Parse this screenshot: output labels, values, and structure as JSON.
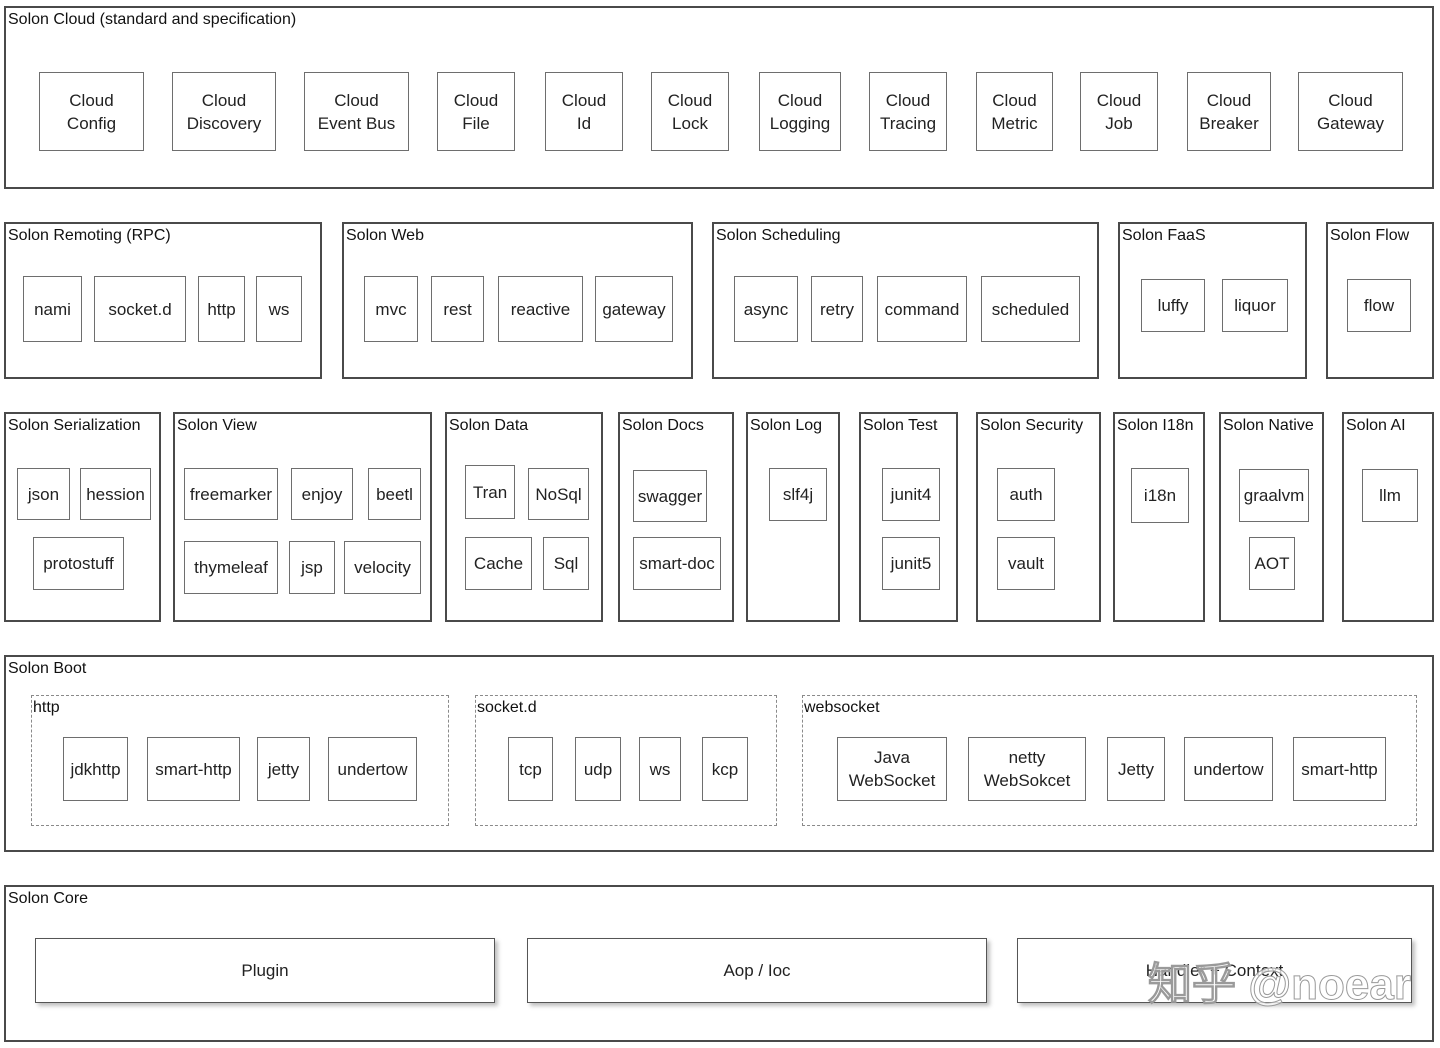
{
  "cloud": {
    "title": "Solon Cloud (standard and specification)",
    "items": [
      "Cloud\nConfig",
      "Cloud\nDiscovery",
      "Cloud\nEvent Bus",
      "Cloud\nFile",
      "Cloud\nId",
      "Cloud\nLock",
      "Cloud\nLogging",
      "Cloud\nTracing",
      "Cloud\nMetric",
      "Cloud\nJob",
      "Cloud\nBreaker",
      "Cloud\nGateway"
    ]
  },
  "remoting": {
    "title": "Solon Remoting (RPC)",
    "items": [
      "nami",
      "socket.d",
      "http",
      "ws"
    ]
  },
  "web": {
    "title": "Solon Web",
    "items": [
      "mvc",
      "rest",
      "reactive",
      "gateway"
    ]
  },
  "scheduling": {
    "title": "Solon Scheduling",
    "items": [
      "async",
      "retry",
      "command",
      "scheduled"
    ]
  },
  "faas": {
    "title": "Solon FaaS",
    "items": [
      "luffy",
      "liquor"
    ]
  },
  "flow": {
    "title": "Solon Flow",
    "items": [
      "flow"
    ]
  },
  "serialization": {
    "title": "Solon Serialization",
    "items": [
      "json",
      "hession",
      "protostuff"
    ]
  },
  "view": {
    "title": "Solon View",
    "items": [
      "freemarker",
      "enjoy",
      "beetl",
      "thymeleaf",
      "jsp",
      "velocity"
    ]
  },
  "data": {
    "title": "Solon Data",
    "items": [
      "Tran",
      "NoSql",
      "Cache",
      "Sql"
    ]
  },
  "docs": {
    "title": "Solon Docs",
    "items": [
      "swagger",
      "smart-doc"
    ]
  },
  "log": {
    "title": "Solon Log",
    "items": [
      "slf4j"
    ]
  },
  "test": {
    "title": "Solon Test",
    "items": [
      "junit4",
      "junit5"
    ]
  },
  "security": {
    "title": "Solon Security",
    "items": [
      "auth",
      "vault"
    ]
  },
  "i18n": {
    "title": "Solon I18n",
    "items": [
      "i18n"
    ]
  },
  "native": {
    "title": "Solon Native",
    "items": [
      "graalvm",
      "AOT"
    ]
  },
  "ai": {
    "title": "Solon AI",
    "items": [
      "llm"
    ]
  },
  "boot": {
    "title": "Solon Boot",
    "http": {
      "title": "http",
      "items": [
        "jdkhttp",
        "smart-http",
        "jetty",
        "undertow"
      ]
    },
    "socketd": {
      "title": "socket.d",
      "items": [
        "tcp",
        "udp",
        "ws",
        "kcp"
      ]
    },
    "websocket": {
      "title": "websocket",
      "items": [
        "Java\nWebSocket",
        "netty\nWebSokcet",
        "Jetty",
        "undertow",
        "smart-http"
      ]
    }
  },
  "core": {
    "title": "Solon Core",
    "items": [
      "Plugin",
      "Aop / Ioc",
      "Handler + Context"
    ]
  },
  "watermark": "知乎 @noear"
}
